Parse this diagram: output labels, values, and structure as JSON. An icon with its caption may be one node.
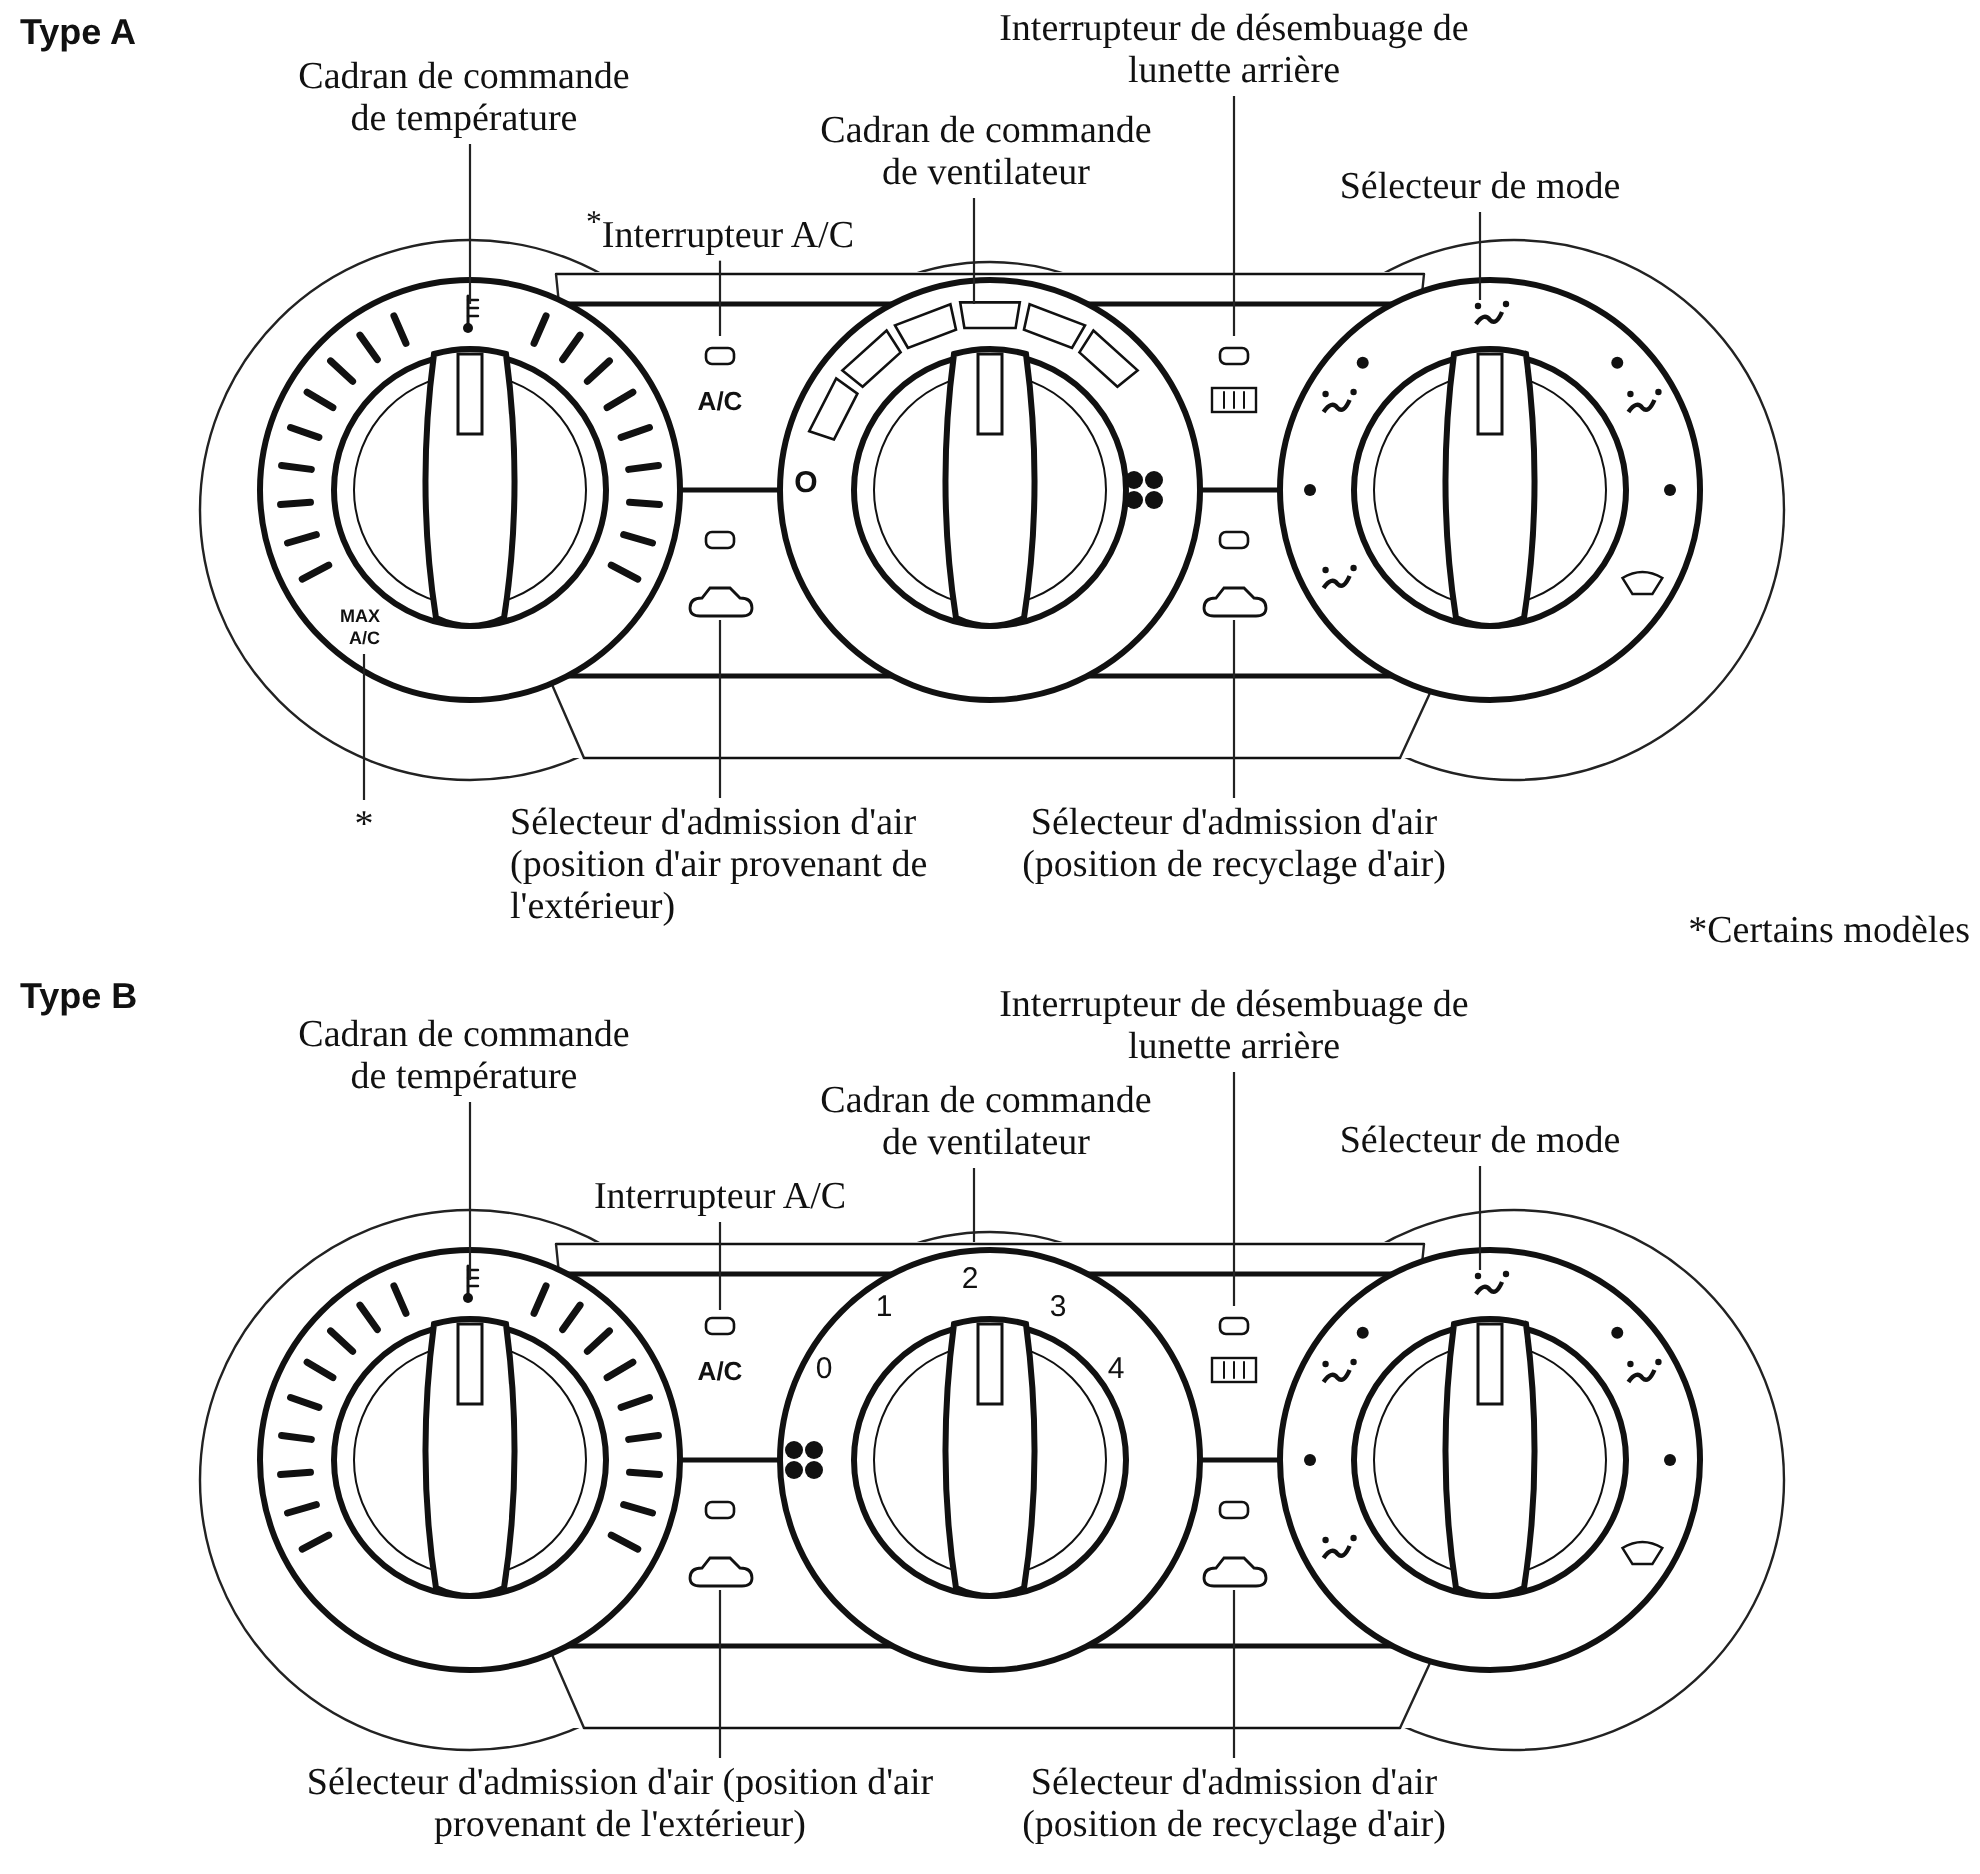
{
  "diagram": {
    "nodes": [
      {
        "text": [
          "Cadran de commande de température"
        ]
      },
      {
        "text": [
          "$^{*}$Interrupteur A/C"
        ]
      },
      {
        "text": [
          "Cadran de commande de ventilateur"
        ]
      },
      {
        "text": [
          "Interrupteur de désembuage de lunette arrière"
        ]
      },
      {
        "text": [
          "Sélecteur de mode"
        ]
      },
      {
        "text": [
          "MAX A/C"
        ]
      },
      {
        "text": [
          "*"
        ]
      },
      {
        "text": [
          "Sélecteur d'admission d'air (position d'air provenant de l'extérieur)"
        ]
      },
      {
        "text": [
          "Sélecteur d'admission d'air (position de recyclage d'air)"
        ]
      },
      {
        "text": [
          "Cadran de commande de température"
        ]
      },
      {
        "text": [
          "Interrupteur A/C"
        ]
      },
      {
        "text": [
          "Cadran de commande de ventilateur"
        ]
      },
      {
        "text": [
          "Interrupteur de désembuage de lunette arrière"
        ]
      },
      {
        "text": [
          "Sélecteur de mode"
        ]
      },
      {
        "text": [
          "Sélecteur d'admission d'air (position d'air provenant de l'extérieur)"
        ]
      },
      {
        "text": [
          "Sélecteur d'admission d'air (position de recyclage d'air)"
        ]
      }
    ],
    "edges": [
      {
        "from": 0,
        "to": null,
        "arrow": "none"
      },
      {
        "from": 1,
        "to": null,
        "arrow": "none"
      },
      {
        "from": 2,
        "to": null,
        "arrow": "none"
      },
      {
        "from": 3,
        "to": null,
        "arrow": "none"
      },
      {
        "from": 4,
        "to": null,
        "arrow": "none"
      },
      {
        "from": 6,
        "to": 5,
        "arrow": "none"
      },
      {
        "from": 7,
        "to": null,
        "arrow": "none"
      },
      {
        "from": 8,
        "to": null,
        "arrow": "none"
      },
      {
        "from": 9,
        "to": null,
        "arrow": "none"
      },
      {
        "from": 10,
        "to": null,
        "arrow": "none"
      },
      {
        "from": 11,
        "to": null,
        "arrow": "none"
      },
      {
        "from": 12,
        "to": null,
        "arrow": "none"
      },
      {
        "from": 13,
        "to": null,
        "arrow": "none"
      },
      {
        "from": 14,
        "to": null,
        "arrow": "none"
      },
      {
        "from": 15,
        "to": null,
        "arrow": "none"
      }
    ],
    "labels": [
      "Type A",
      "A/C",
      "O",
      "*Certains modèles",
      "Type B",
      "0",
      "1",
      "2",
      "3",
      "4",
      "A/C"
    ]
  }
}
